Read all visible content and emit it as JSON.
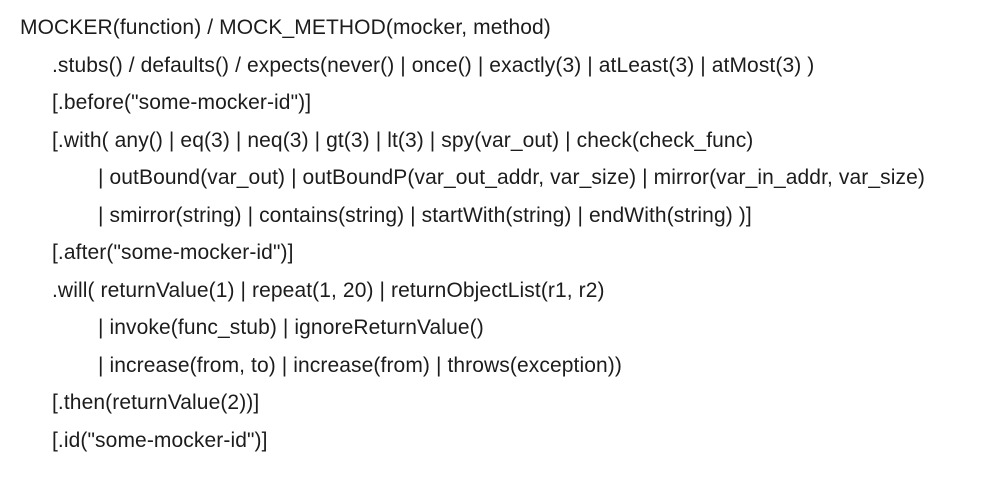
{
  "document": {
    "title": "MOCKER / MOCK_METHOD API grammar",
    "text_color": "#1c1c1c",
    "background_color": "#ffffff",
    "lines": [
      {
        "indent": 0,
        "text": "MOCKER(function) / MOCK_METHOD(mocker, method)"
      },
      {
        "indent": 1,
        "text": ".stubs() / defaults() / expects(never() | once() | exactly(3) | atLeast(3) | atMost(3) )"
      },
      {
        "indent": 1,
        "text": "[.before(\"some-mocker-id\")]"
      },
      {
        "indent": 1,
        "text": "[.with( any() | eq(3) | neq(3) | gt(3) | lt(3) | spy(var_out) | check(check_func)"
      },
      {
        "indent": 2,
        "text": "| outBound(var_out) | outBoundP(var_out_addr, var_size) | mirror(var_in_addr, var_size)"
      },
      {
        "indent": 2,
        "text": "| smirror(string) | contains(string) | startWith(string) | endWith(string) )]"
      },
      {
        "indent": 1,
        "text": "[.after(\"some-mocker-id\")]"
      },
      {
        "indent": 1,
        "text": ".will( returnValue(1) | repeat(1, 20) | returnObjectList(r1, r2)"
      },
      {
        "indent": 2,
        "text": "| invoke(func_stub) | ignoreReturnValue()"
      },
      {
        "indent": 2,
        "text": "| increase(from, to) | increase(from) | throws(exception))"
      },
      {
        "indent": 1,
        "text": "[.then(returnValue(2))]"
      },
      {
        "indent": 1,
        "text": "[.id(\"some-mocker-id\")]"
      }
    ]
  }
}
